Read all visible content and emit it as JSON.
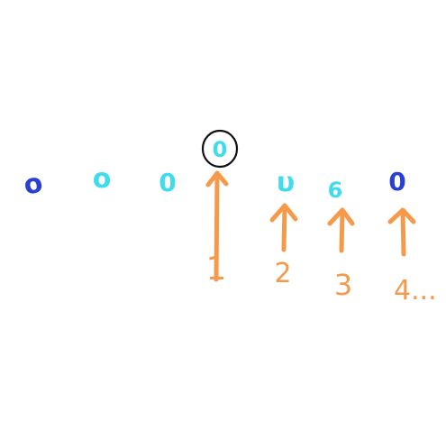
{
  "colors": {
    "background": "#ffffff",
    "dark_blue": "#2b3fd6",
    "cyan": "#3fdcec",
    "orange": "#f59a4a",
    "ring": "#111111"
  },
  "glyphs": [
    {
      "text": "o",
      "color": "dark_blue"
    },
    {
      "text": "o",
      "color": "cyan"
    },
    {
      "text": "0",
      "color": "cyan"
    },
    {
      "text": "0",
      "color": "cyan",
      "circled": true
    },
    {
      "text": "υ",
      "color": "cyan"
    },
    {
      "text": "6",
      "color": "cyan"
    },
    {
      "text": "0",
      "color": "dark_blue"
    }
  ],
  "arrow_labels": [
    "1",
    "2",
    "3",
    "4..."
  ]
}
